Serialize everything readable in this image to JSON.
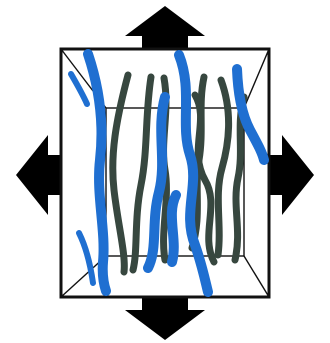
{
  "diagram": {
    "colors": {
      "background": "#ffffff",
      "frame": "#111111",
      "arrows": "#000000",
      "fiber_blue": "#1f6fd1",
      "fiber_dark": "#37473f"
    },
    "arrow_directions": [
      "up",
      "down",
      "left",
      "right"
    ],
    "fiber_groups": [
      {
        "name": "blue-fibers",
        "color_key": "fiber_blue",
        "count": 7
      },
      {
        "name": "dark-fibers",
        "color_key": "fiber_dark",
        "count": 7
      }
    ],
    "icons": [
      "arrow-up-icon",
      "arrow-down-icon",
      "arrow-left-icon",
      "arrow-right-icon"
    ]
  }
}
